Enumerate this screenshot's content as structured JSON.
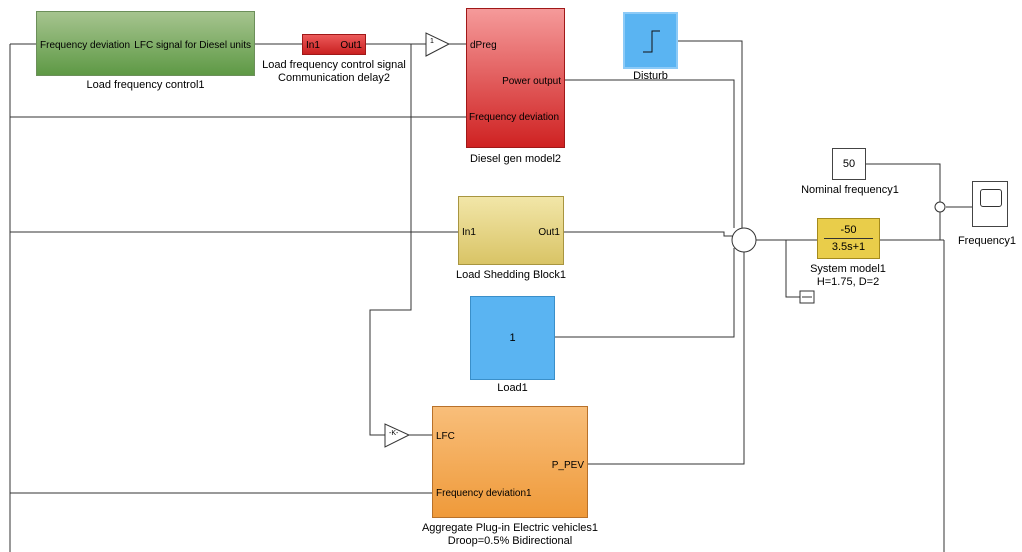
{
  "blocks": {
    "lfc": {
      "port_in": "Frequency deviation",
      "port_out": "LFC signal for Diesel units",
      "label": "Load frequency control1"
    },
    "delay": {
      "port_in": "In1",
      "port_out": "Out1",
      "label_line1": "Load frequency control signal",
      "label_line2": "Communication delay2"
    },
    "gain_top": {
      "text": "1"
    },
    "diesel": {
      "port_dpreg": "dPreg",
      "port_power": "Power output",
      "port_freq": "Frequency deviation",
      "label": "Diesel gen model2"
    },
    "disturb": {
      "label": "Disturb"
    },
    "nominal": {
      "value": "50",
      "label": "Nominal frequency1"
    },
    "scope": {
      "label": "Frequency1"
    },
    "shedding": {
      "port_in": "In1",
      "port_out": "Out1",
      "label": "Load Shedding Block1"
    },
    "system": {
      "numerator": "-50",
      "denominator": "3.5s+1",
      "label_line1": "System model1",
      "label_line2": "H=1.75, D=2"
    },
    "load": {
      "value": "1",
      "label": "Load1"
    },
    "gain_k": {
      "text": "-K-"
    },
    "pev": {
      "port_lfc": "LFC",
      "port_out": "P_PEV",
      "port_freq": "Frequency deviation1",
      "label_line1": "Aggregate Plug-in Electric vehicles1",
      "label_line2": "Droop=0.5% Bidirectional"
    }
  },
  "colors": {
    "green_top": "#a3c28c",
    "green_bot": "#5f9a45",
    "red_top": "#f59494",
    "red_bot": "#cf2424",
    "yellow_top": "#f0e4a6",
    "yellow_bot": "#dcc66a",
    "blue": "#5ab4f2",
    "orange": "#f2a24a",
    "sysyellow": "#e9cd4a"
  }
}
